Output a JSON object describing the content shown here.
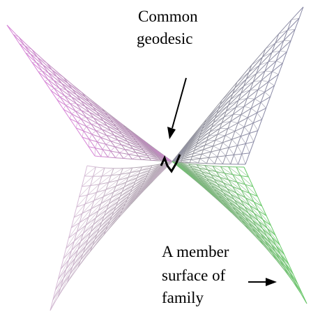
{
  "annotations": {
    "geodesic_label": {
      "line1": "Common",
      "line2": "geodesic"
    },
    "surface_label": {
      "line1": "A member",
      "line2": "surface of",
      "line3": "family"
    }
  },
  "colors": {
    "upper_left_wing": "#d884d8",
    "upper_right_wing": "#8a8aa6",
    "lower_left_wing": "#d8bcd8",
    "lower_right_wing": "#66cc66",
    "center_mesh": "#9a9a9a",
    "geodesic_curve": "#000000",
    "arrows": "#000000"
  }
}
